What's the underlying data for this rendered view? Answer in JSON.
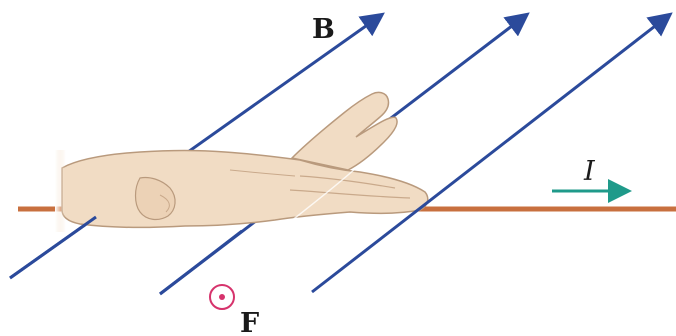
{
  "labels": {
    "magnetic_field": "B",
    "current": "I",
    "force": "F"
  },
  "colors": {
    "field_lines": "#2b4a9b",
    "wire": "#c8703f",
    "current_arrow": "#1f9a8a",
    "force_symbol": "#d6336c",
    "hand_fill": "#f1dcc4",
    "hand_outline": "#b99a7d",
    "label_text": "#1a1a1a"
  },
  "icons": {
    "hand": "right-hand-flat-icon",
    "force": "out-of-page-dot-icon"
  }
}
